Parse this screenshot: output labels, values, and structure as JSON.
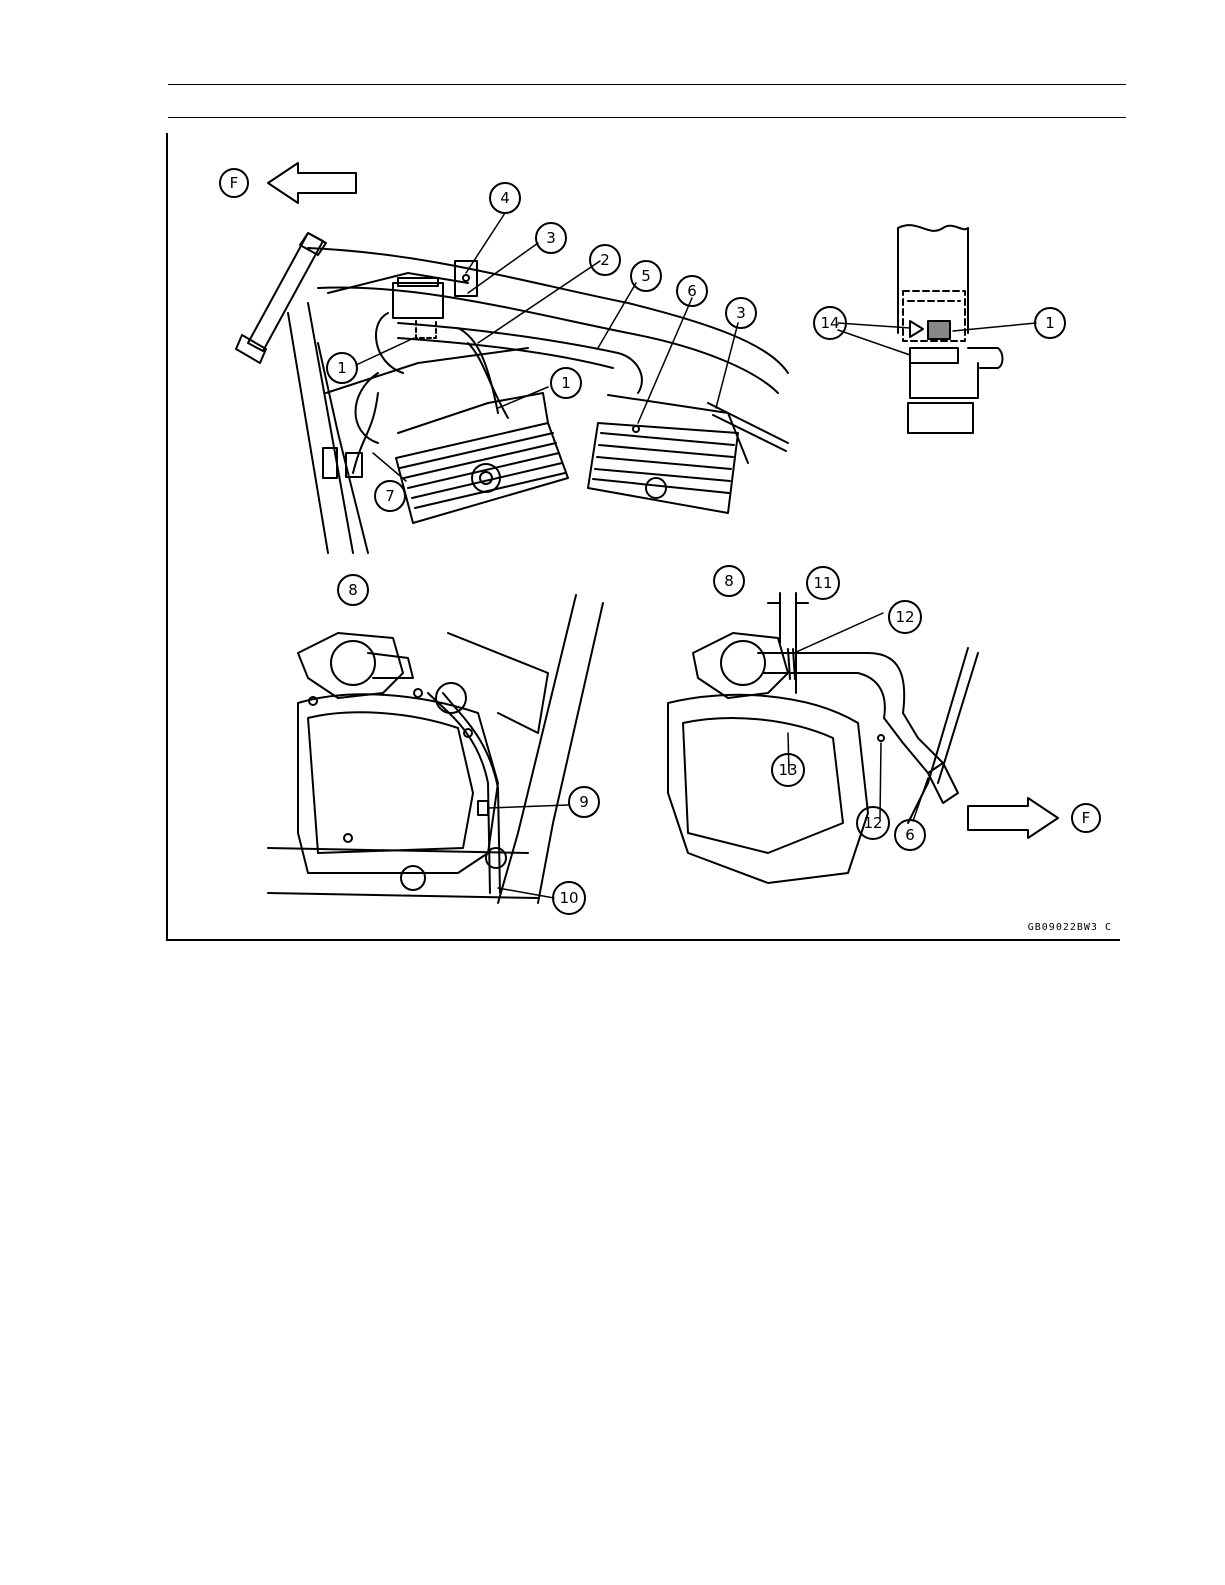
{
  "figure": {
    "code": "GB09022BW3 C",
    "front_marker": "F",
    "callouts": {
      "c1": "1",
      "c2": "2",
      "c3": "3",
      "c4": "4",
      "c5": "5",
      "c6": "6",
      "c7": "7",
      "c8": "8",
      "c9": "9",
      "c10": "10",
      "c11": "11",
      "c12": "12",
      "c13": "13",
      "c14": "14"
    }
  },
  "colors": {
    "ink": "#000000",
    "paper": "#ffffff"
  }
}
